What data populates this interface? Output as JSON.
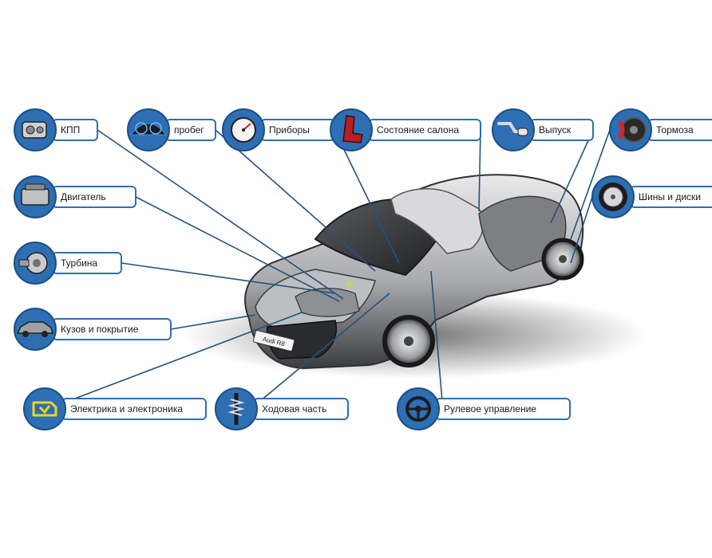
{
  "colors": {
    "accent": "#2e6fb3",
    "accent_dark": "#1b4f86",
    "line": "#24527f"
  },
  "labels": {
    "kpp": "КПП",
    "mileage": "пробег",
    "gauges": "Приборы",
    "interior": "Состояние салона",
    "exhaust": "Выпуск",
    "brakes": "Тормоза",
    "engine": "Двигатель",
    "tires": "Шины и диски",
    "turbo": "Турбина",
    "body": "Кузов и покрытие",
    "electrics": "Электрика и электроника",
    "suspension": "Ходовая часть",
    "steering": "Рулевое управление",
    "plate": "Audi R8"
  }
}
